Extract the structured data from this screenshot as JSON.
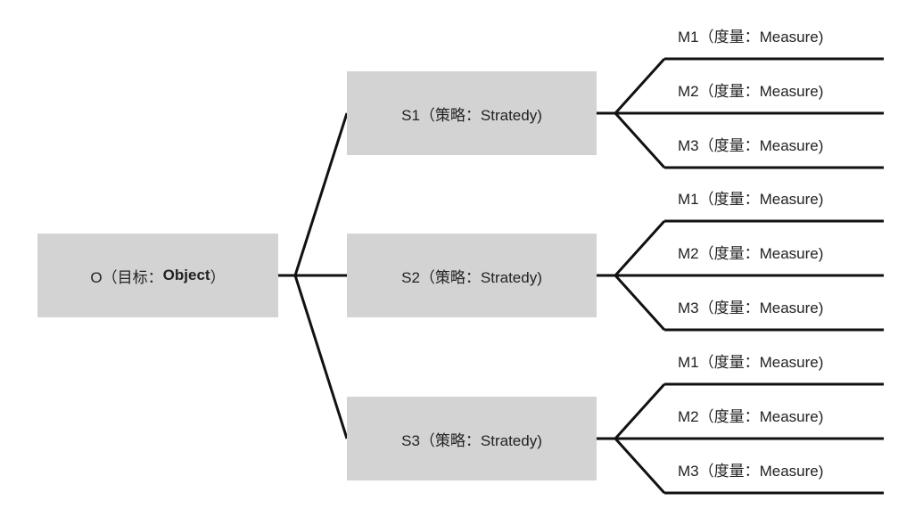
{
  "objective": {
    "prefix": "O（目标：",
    "name": "Object",
    "suffix": "）"
  },
  "strategies": [
    {
      "label": "S1（策略：Stratedy)",
      "measures": [
        "M1（度量：Measure)",
        "M2（度量：Measure)",
        "M3（度量：Measure)"
      ]
    },
    {
      "label": "S2（策略：Stratedy)",
      "measures": [
        "M1（度量：Measure)",
        "M2（度量：Measure)",
        "M3（度量：Measure)"
      ]
    },
    {
      "label": "S3（策略：Stratedy)",
      "measures": [
        "M1（度量：Measure)",
        "M2（度量：Measure)",
        "M3（度量：Measure)"
      ]
    }
  ],
  "colors": {
    "box_fill": "#d3d3d3",
    "line": "#111111",
    "text": "#222222"
  }
}
